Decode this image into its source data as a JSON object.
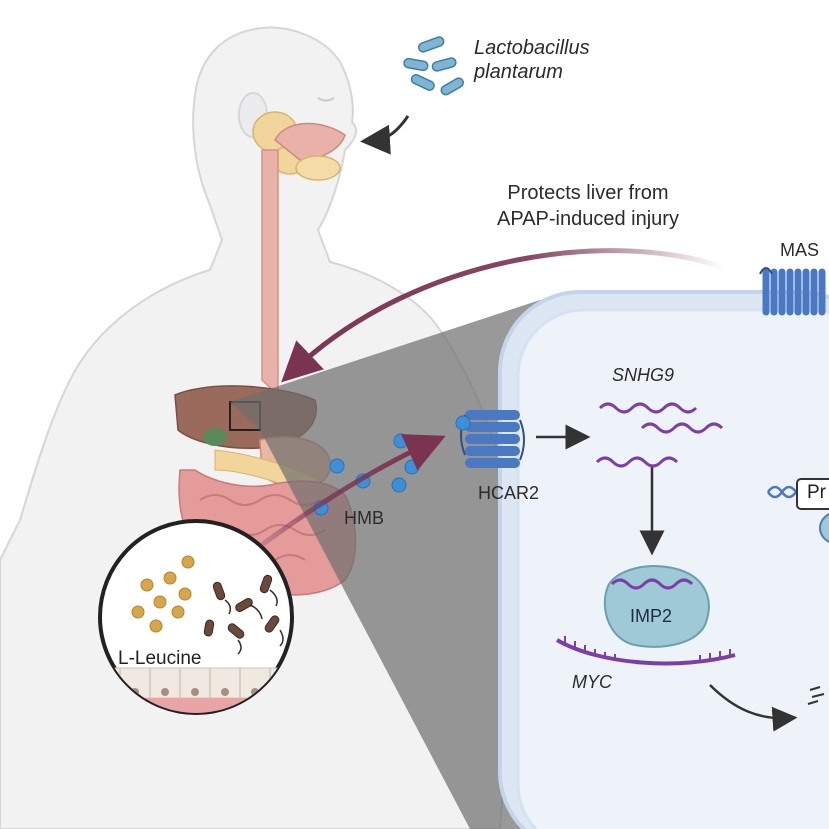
{
  "labels": {
    "lactobacillus_line1": "Lactobacillus",
    "lactobacillus_line2": "plantarum",
    "protects_line1": "Protects liver from",
    "protects_line2": "APAP-induced injury",
    "mas": "MAS",
    "snhg9": "SNHG9",
    "hcar2": "HCAR2",
    "hmb": "HMB",
    "imp2": "IMP2",
    "myc": "MYC",
    "l_leucine": "L-Leucine",
    "pr": "Pr"
  },
  "colors": {
    "body_fill": "#f2f2f3",
    "body_outline": "#d6d6d9",
    "esophagus": "#e9b1a8",
    "liver": "#9a6a5c",
    "stomach": "#e8b9a2",
    "intestine": "#e49b9a",
    "bacteria": "#7fb4d3",
    "arrow_maroon": "#7a3452",
    "cell_fill": "#eef3fa",
    "cell_border": "#c4d5ea",
    "receptor_blue": "#4a78c2",
    "hmb_dots": "#3d8fd8",
    "rna_purple": "#7b3fa6",
    "imp2_protein": "#9fc9d6",
    "magnify_shadow": "#7a7a7a"
  },
  "icons": [
    "bacteria-icon",
    "receptor-icon",
    "rna-icon",
    "protein-icon",
    "dna-icon",
    "arrow-icon"
  ]
}
